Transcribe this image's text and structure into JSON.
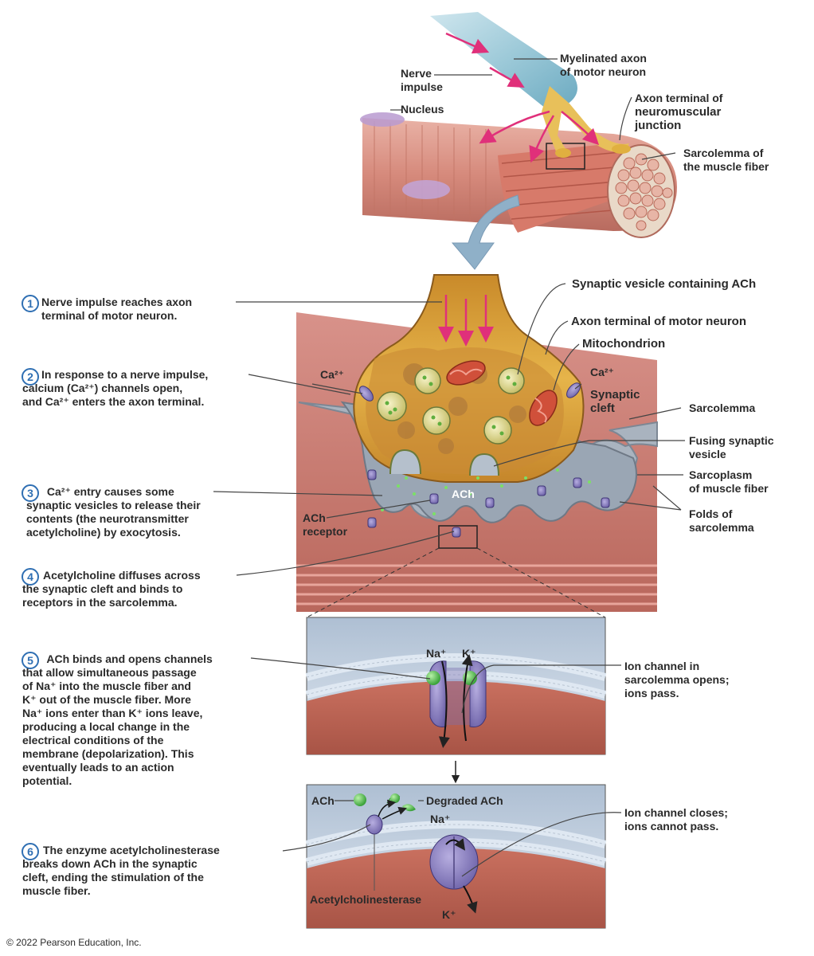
{
  "labels": {
    "nerve_impulse": "Nerve\nimpulse",
    "myelinated_axon": "Myelinated axon\nof motor neuron",
    "nucleus": "Nucleus",
    "axon_terminal_nmj_line1": "Axon terminal of",
    "axon_terminal_nmj_line2": "neuromuscular\njunction",
    "sarcolemma_fiber": "Sarcolemma of\nthe muscle fiber",
    "synaptic_vesicle": "Synaptic vesicle containing ACh",
    "axon_terminal_motor": "Axon terminal of motor neuron",
    "mitochondrion": "Mitochondrion",
    "ca_left": "Ca²⁺",
    "ca_right": "Ca²⁺",
    "synaptic_cleft": "Synaptic\ncleft",
    "sarcolemma": "Sarcolemma",
    "fusing_vesicle": "Fusing synaptic\nvesicle",
    "sarcoplasm": "Sarcoplasm\nof muscle fiber",
    "folds": "Folds of\nsarcolemma",
    "ach": "ACh",
    "ach_receptor": "ACh\nreceptor",
    "na_top": "Na⁺",
    "k_top": "K⁺",
    "ion_channel_opens": "Ion channel in\nsarcolemma opens;\nions pass.",
    "ach_bottom": "ACh",
    "degraded_ach": "Degraded ACh",
    "na_bottom": "Na⁺",
    "k_bottom": "K⁺",
    "ion_channel_closes": "Ion channel closes;\nions cannot pass.",
    "acetylcholinesterase": "Acetylcholinesterase"
  },
  "steps": [
    {
      "num": "1",
      "text": "Nerve impulse reaches axon\nterminal of motor neuron."
    },
    {
      "num": "2",
      "text": "In response to a nerve impulse,\ncalcium (Ca²⁺) channels open,\nand Ca²⁺ enters the axon terminal."
    },
    {
      "num": "3",
      "text": " Ca²⁺ entry causes some\nsynaptic vesicles to release their\ncontents (the neurotransmitter\nacetylcholine) by exocytosis."
    },
    {
      "num": "4",
      "text": "Acetylcholine diffuses across\nthe synaptic cleft and binds to\nreceptors in the sarcolemma."
    },
    {
      "num": "5",
      "text": " ACh binds and opens channels\nthat allow simultaneous passage\nof Na⁺ into the muscle fiber and\nK⁺ out of the muscle fiber. More\nNa⁺ ions enter than K⁺ ions leave,\nproducing a local change in the\nelectrical conditions of the\nmembrane (depolarization). This\neventually leads to an action\npotential."
    },
    {
      "num": "6",
      "text": "The enzyme acetylcholinesterase\nbreaks down ACh in the synaptic\ncleft, ending the stimulation of the\nmuscle fiber."
    }
  ],
  "copyright": "© 2022 Pearson Education, Inc.",
  "colors": {
    "muscle": "#c4766a",
    "muscle_dark": "#a8584d",
    "axon_gold": "#e1a93a",
    "cleft_gray": "#9aa6b4",
    "channel_purple": "#8a7fbf",
    "ion_green": "#5cc15a",
    "step_blue": "#2f6fb3",
    "membrane_blue": "#bfcfe0"
  }
}
